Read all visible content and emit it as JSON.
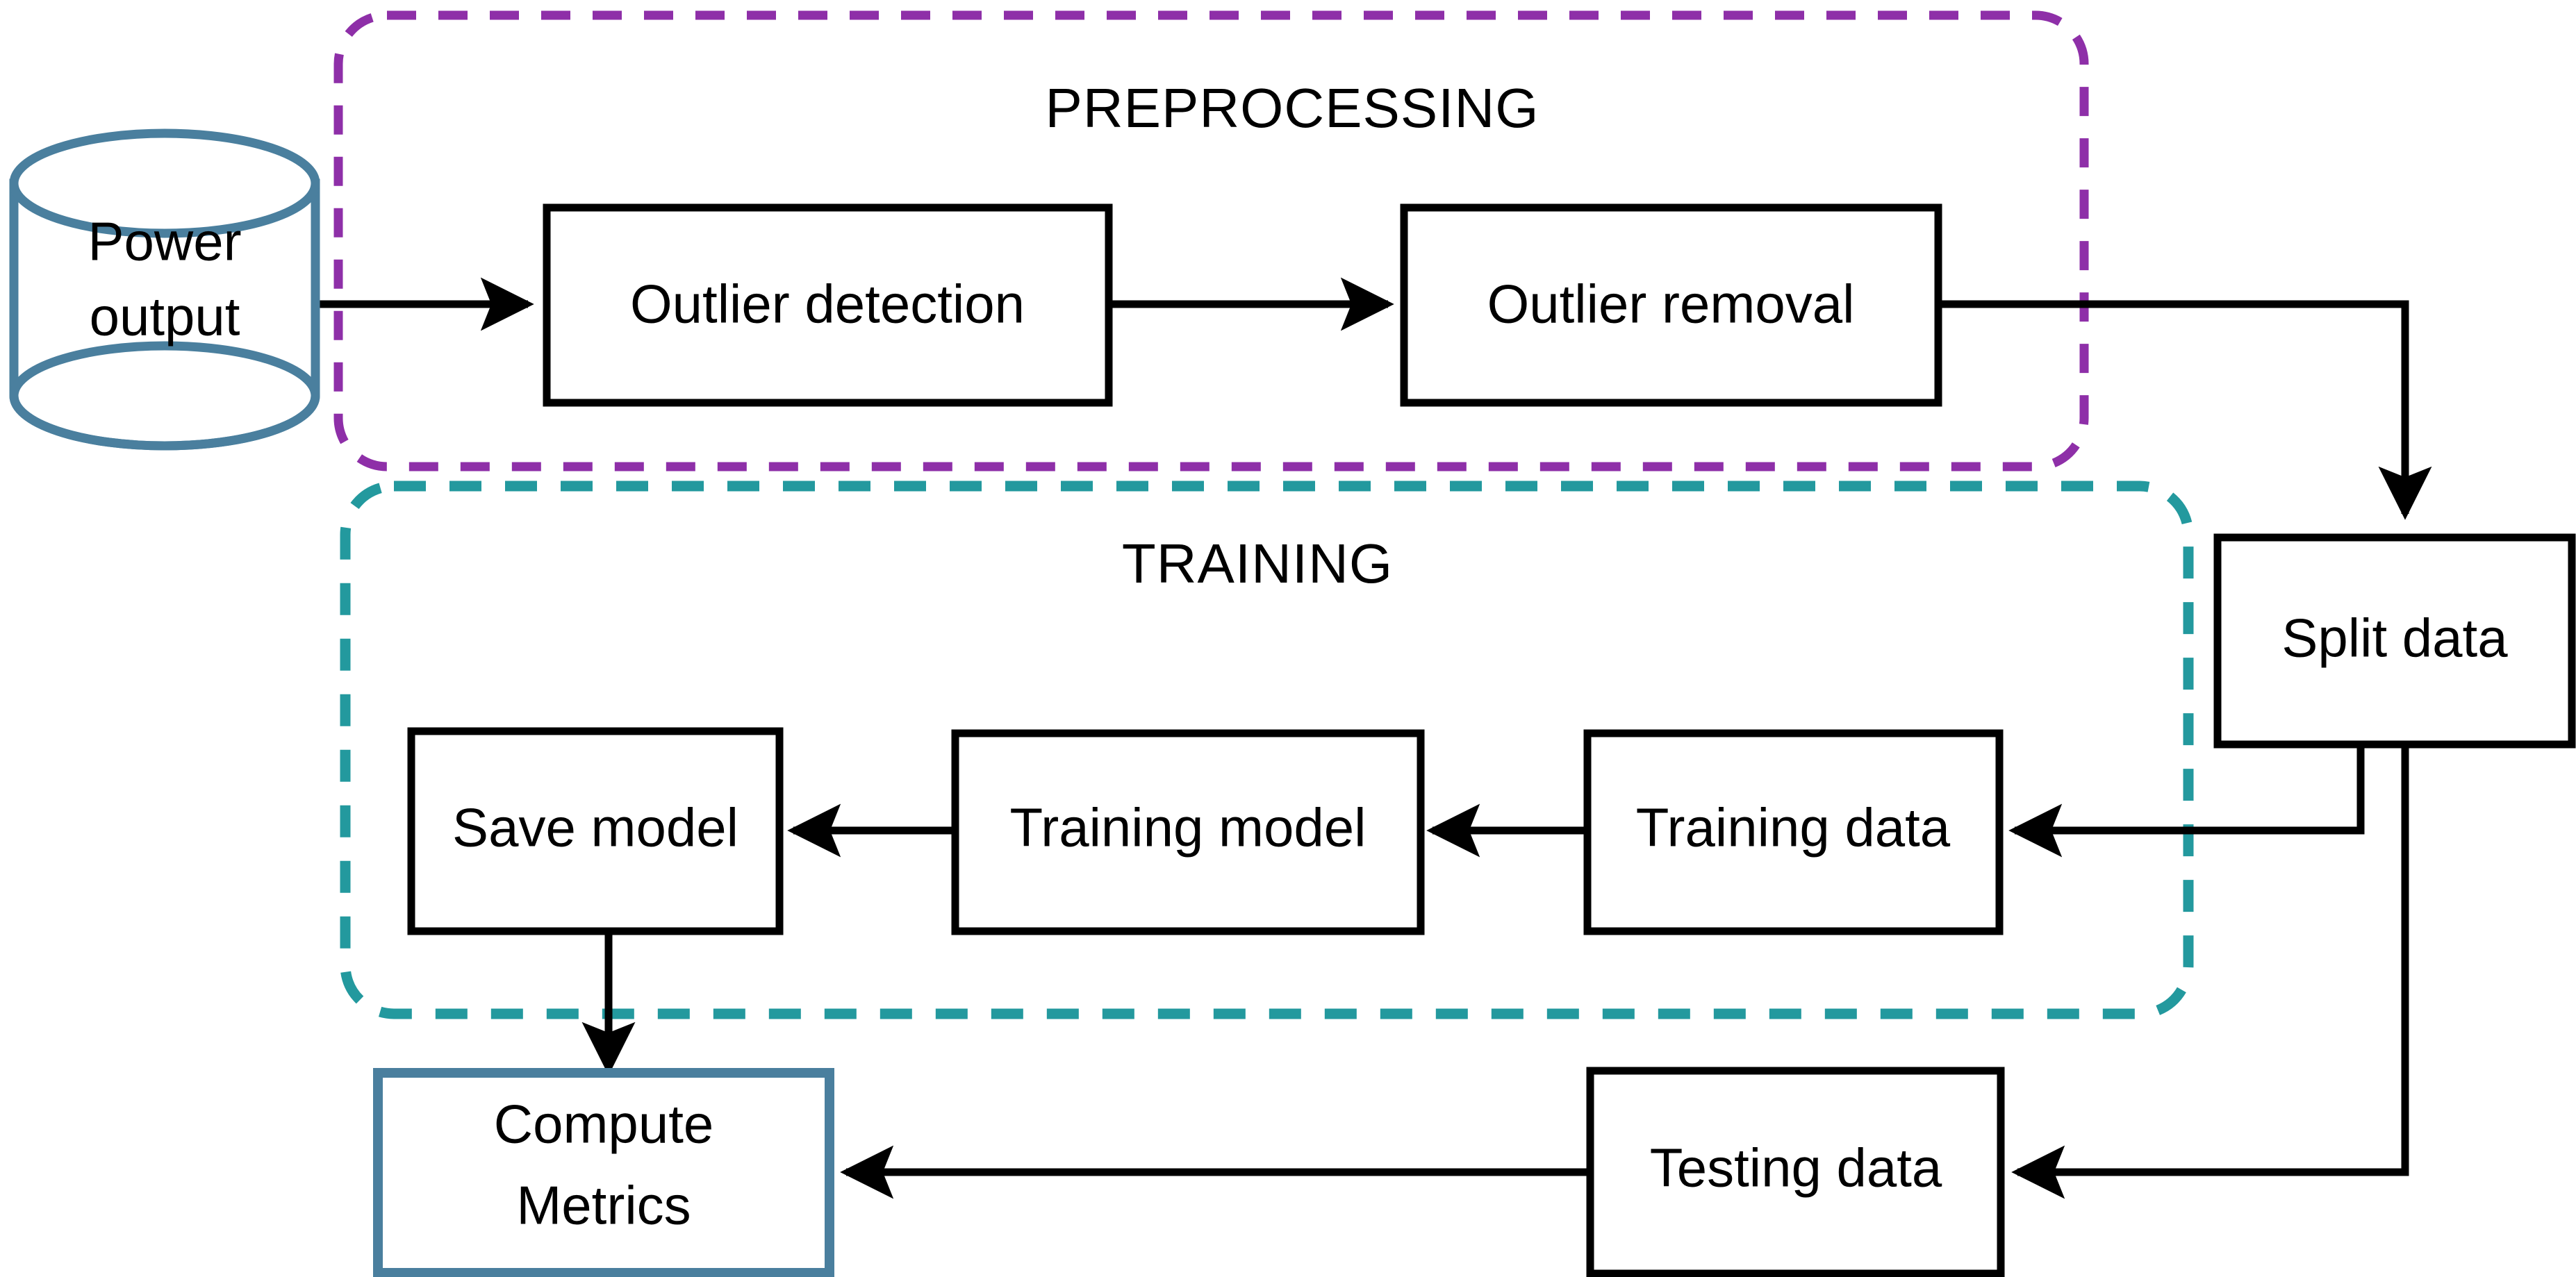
{
  "diagram": {
    "title": "Machine learning pipeline flowchart",
    "background_color": "#ffffff",
    "colors": {
      "preprocessing_group_border": "#8e2fa8",
      "training_group_border": "#23999e",
      "database_border": "#4a7f9e",
      "compute_metrics_border": "#4a7f9e",
      "node_border": "#000000",
      "arrow": "#000000",
      "node_fill": "#ffffff",
      "text": "#000000"
    },
    "groups": [
      {
        "id": "preprocessing",
        "label": "PREPROCESSING",
        "border_style": "dashed",
        "border_color": "#8e2fa8"
      },
      {
        "id": "training",
        "label": "TRAINING",
        "border_style": "dashed",
        "border_color": "#23999e"
      }
    ],
    "nodes": [
      {
        "id": "power-output",
        "label_line1": "Power",
        "label_line2": "output",
        "shape": "cylinder"
      },
      {
        "id": "outlier-detection",
        "label": "Outlier detection",
        "shape": "rect"
      },
      {
        "id": "outlier-removal",
        "label": "Outlier removal",
        "shape": "rect"
      },
      {
        "id": "split-data",
        "label": "Split data",
        "shape": "rect"
      },
      {
        "id": "training-data",
        "label": "Training data",
        "shape": "rect"
      },
      {
        "id": "training-model",
        "label": "Training model",
        "shape": "rect"
      },
      {
        "id": "save-model",
        "label": "Save model",
        "shape": "rect"
      },
      {
        "id": "testing-data",
        "label": "Testing data",
        "shape": "rect"
      },
      {
        "id": "compute-metrics",
        "label_line1": "Compute",
        "label_line2": "Metrics",
        "shape": "rect"
      }
    ],
    "edges": [
      {
        "from": "power-output",
        "to": "outlier-detection",
        "arrow": true
      },
      {
        "from": "outlier-detection",
        "to": "outlier-removal",
        "arrow": true
      },
      {
        "from": "outlier-removal",
        "to": "split-data",
        "arrow": true
      },
      {
        "from": "split-data",
        "to": "training-data",
        "arrow": true
      },
      {
        "from": "training-data",
        "to": "training-model",
        "arrow": true
      },
      {
        "from": "training-model",
        "to": "save-model",
        "arrow": true
      },
      {
        "from": "save-model",
        "to": "compute-metrics",
        "arrow": true
      },
      {
        "from": "split-data",
        "to": "testing-data",
        "arrow": true
      },
      {
        "from": "testing-data",
        "to": "compute-metrics",
        "arrow": true
      }
    ]
  }
}
